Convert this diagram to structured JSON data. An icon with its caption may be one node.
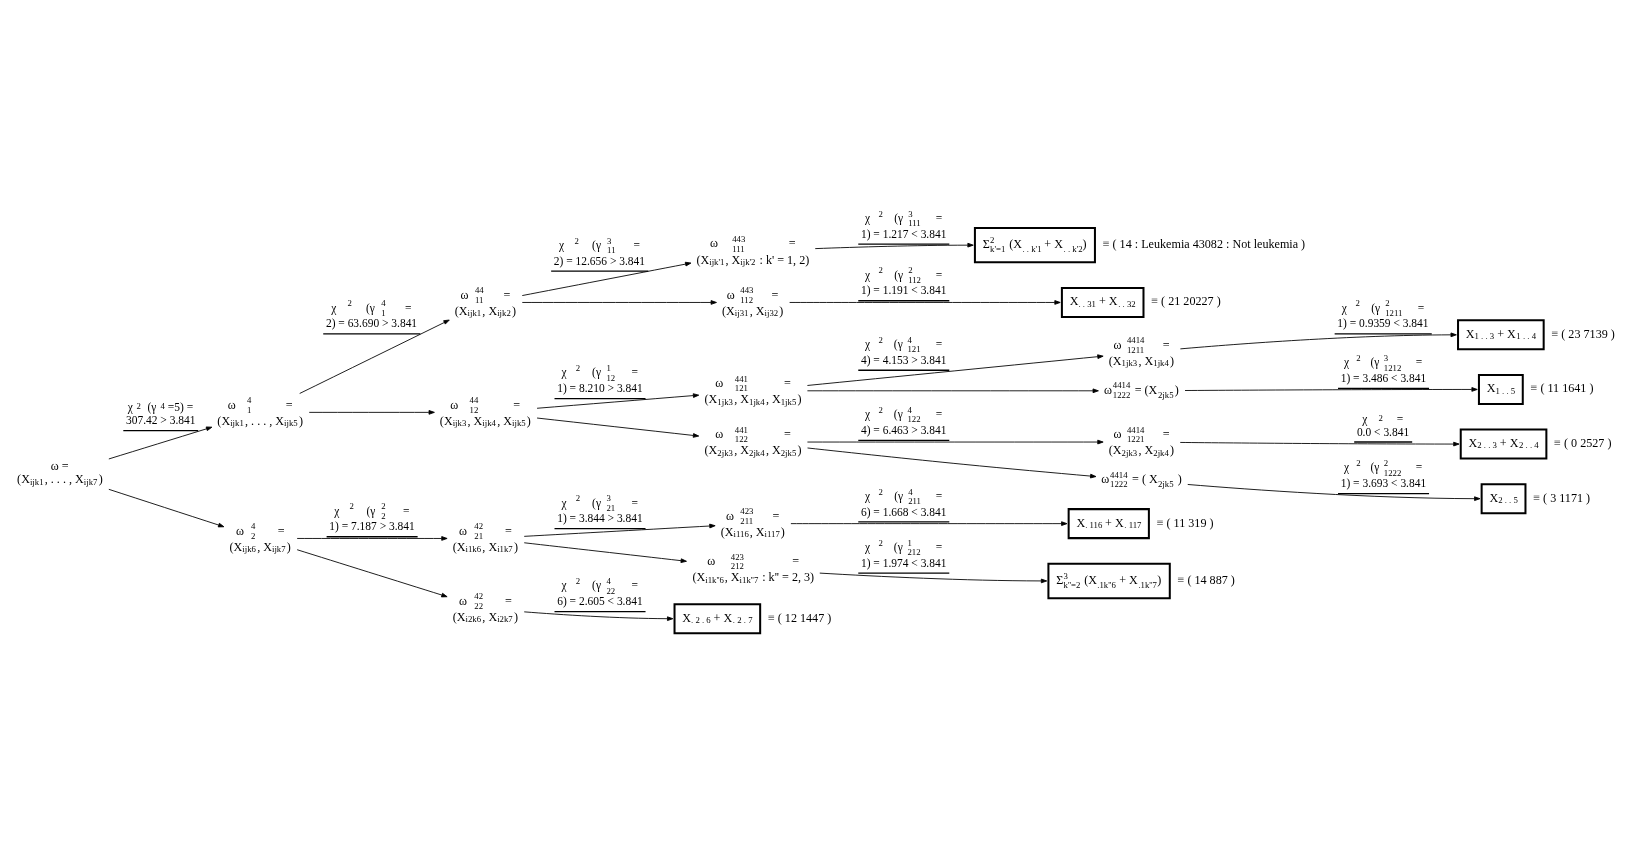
{
  "diagram": {
    "nodes": [
      {
        "text": [
          "ω =",
          "(X$_{ijk1}$, . . . , X$_{ijk7}$)"
        ]
      },
      {
        "text": [
          "ω$^{4}$$_{1}$ =",
          "(X$_{ijk1}$, . . . , X$_{ijk5}$)"
        ]
      },
      {
        "text": [
          "ω$^{4}$$_{2}$ =",
          "(X$_{ijk6}$, X$_{ijk7}$)"
        ]
      },
      {
        "text": [
          "ω$^{44}$$_{11}$ =",
          "(X$_{ijk1}$, X$_{ijk2}$)"
        ]
      },
      {
        "text": [
          "ω$^{44}$$_{12}$ =",
          "(X$_{ijk3}$, X$_{ijk4}$, X$_{ijk5}$)"
        ]
      },
      {
        "text": [
          "ω$^{42}$$_{21}$ =",
          "(X$_{i1k6}$, X$_{i1k7}$)"
        ]
      },
      {
        "text": [
          "ω$^{42}$$_{22}$ =",
          "(X$_{i2k6}$, X$_{i2k7}$)"
        ]
      },
      {
        "text": [
          "ω$^{443}$$_{111}$ =",
          "(X$_{ijk'1}$, X$_{ijk'2}$ : k' = 1, 2)"
        ]
      },
      {
        "text": [
          "ω$^{443}$$_{112}$ =",
          "(X$_{ij31}$, X$_{ij32}$)"
        ]
      },
      {
        "text": [
          "ω$^{441}$$_{121}$ =",
          "(X$_{1jk3}$, X$_{1jk4}$, X$_{1jk5}$)"
        ]
      },
      {
        "text": [
          "ω$^{441}$$_{122}$ =",
          "(X$_{2jk3}$, X$_{2jk4}$, X$_{2jk5}$)"
        ]
      },
      {
        "text": [
          "ω$^{423}$$_{211}$ =",
          "(X$_{i116}$, X$_{i117}$)"
        ]
      },
      {
        "text": [
          "ω$^{423}$$_{212}$ =",
          "(X$_{i1k''6}$, X$_{i1k''7}$ : k'' = 2, 3)"
        ]
      },
      {
        "text": [
          "ω$^{4414}$$_{1211}$ =",
          "(X$_{1jk3}$, X$_{1jk4}$)"
        ]
      },
      {
        "text": [
          "ω$^{4414}$$_{1222}$ = (X$_{2jk5}$)"
        ]
      },
      {
        "text": [
          "ω$^{4414}$$_{1221}$ =",
          "(X$_{2jk3}$, X$_{2jk4}$)"
        ]
      },
      {
        "text": [
          "ω$^{4414}$$_{1222}$ = ( X$_{2jk5}$ )"
        ]
      },
      {
        "text": [
          "Σ$^{2}$$_{k'=1}$ (X$_{. . k'1}$ + X$_{. . k'2}$)"
        ],
        "beside": [
          "≡ ( 14 : Leukemia 43082 : Not leukemia )"
        ]
      },
      {
        "text": [
          "X$_{. . 31}$ + X$_{. . 32}$"
        ],
        "beside": [
          "≡ ( 21 20227 )"
        ]
      },
      {
        "text": [
          "X$_{1 . . 3}$ + X$_{1 . . 4}$"
        ],
        "beside": [
          "≡ ( 23 7139 )"
        ]
      },
      {
        "text": [
          "X$_{1 . . 5}$"
        ],
        "beside": [
          "≡ ( 11 1641 )"
        ]
      },
      {
        "text": [
          "X$_{2 . . 3}$ + X$_{2 . . 4}$"
        ],
        "beside": [
          "≡ ( 0 2527 )"
        ]
      },
      {
        "text": [
          "X$_{2 . . 5}$"
        ],
        "beside": [
          "≡ ( 3 1171 )"
        ]
      },
      {
        "text": [
          "X$_{. 116}$ + X$_{. 117}$"
        ],
        "beside": [
          "≡ ( 11 319 )"
        ]
      },
      {
        "text": [
          "Σ$^{3}$$_{k''=2}$ (X$_{.1k''6}$ + X$_{.1k''7}$)"
        ],
        "beside": [
          "≡ ( 14 887 )"
        ]
      },
      {
        "text": [
          "X$_{. 2 . 6}$ + X$_{. 2 . 7}$"
        ],
        "beside": [
          "≡ ( 12 1447 )"
        ]
      }
    ],
    "edges": [
      {
        "from": 0,
        "to": 1,
        "arrow": "to",
        "label": "χ$^{2}$ (γ$^{4}$=5) = 307.42 > 3.841"
      },
      {
        "from": 0,
        "to": 2,
        "arrow": "to"
      },
      {
        "from": 1,
        "to": 3,
        "arrow": "to",
        "label": "χ$^{2}$ (γ$^{4}$$_{1}$ = 2) = 63.690 > 3.841"
      },
      {
        "from": 1,
        "to": 4,
        "arrow": "to"
      },
      {
        "from": 2,
        "to": 5,
        "arrow": "to",
        "label": "χ$^{2}$ (γ$^{2}$$_{2}$ = 1) = 7.187 > 3.841"
      },
      {
        "from": 2,
        "to": 6,
        "arrow": "to"
      },
      {
        "from": 3,
        "to": 7,
        "arrow": "to",
        "label": "χ$^{2}$ (γ$^{3}$$_{11}$ = 2) = 12.656 > 3.841"
      },
      {
        "from": 3,
        "to": 8,
        "arrow": "to"
      },
      {
        "from": 4,
        "to": 9,
        "arrow": "to",
        "label": "χ$^{2}$ (γ$^{1}$$_{12}$ = 1) = 8.210 > 3.841"
      },
      {
        "from": 4,
        "to": 10,
        "arrow": "to"
      },
      {
        "from": 5,
        "to": 11,
        "arrow": "to",
        "label": "χ$^{2}$ (γ$^{3}$$_{21}$ = 1) = 3.844 > 3.841"
      },
      {
        "from": 5,
        "to": 12,
        "arrow": "to"
      },
      {
        "from": 6,
        "to": 25,
        "arrow": "to",
        "label": "χ$^{2}$ (γ$^{4}$$_{22}$ = 6) = 2.605 < 3.841"
      },
      {
        "from": 7,
        "to": 17,
        "arrow": "to",
        "label": "χ$^{2}$ (γ$^{3}$$_{111}$ = 1) = 1.217 < 3.841"
      },
      {
        "from": 8,
        "to": 18,
        "arrow": "to",
        "label": "χ$^{2}$ (γ$^{2}$$_{112}$ = 1) = 1.191 < 3.841"
      },
      {
        "from": 9,
        "to": 13,
        "arrow": "to",
        "label": "χ$^{2}$ (γ$^{4}$$_{121}$ = 4) = 4.153 > 3.841"
      },
      {
        "from": 9,
        "to": 14,
        "arrow": "to"
      },
      {
        "from": 10,
        "to": 15,
        "arrow": "to",
        "label": "χ$^{2}$ (γ$^{4}$$_{122}$ = 4) = 6.463 > 3.841"
      },
      {
        "from": 10,
        "to": 16,
        "arrow": "to"
      },
      {
        "from": 11,
        "to": 23,
        "arrow": "to",
        "label": "χ$^{2}$ (γ$^{4}$$_{211}$ = 6) = 1.668 < 3.841"
      },
      {
        "from": 12,
        "to": 24,
        "arrow": "to",
        "label": "χ$^{2}$ (γ$^{1}$$_{212}$ = 1) = 1.974 < 3.841"
      },
      {
        "from": 13,
        "to": 19,
        "arrow": "to",
        "label": "χ$^{2}$ (γ$^{2}$$_{1211}$ = 1) = 0.9359 < 3.841"
      },
      {
        "from": 14,
        "to": 20,
        "arrow": "to",
        "label": "χ$^{2}$ (γ$^{3}$$_{1212}$ = 1) = 3.486 < 3.841"
      },
      {
        "from": 15,
        "to": 21,
        "arrow": "to",
        "label": "χ$^{2}$ = 0.0 < 3.841"
      },
      {
        "from": 16,
        "to": 22,
        "arrow": "to",
        "label": "χ$^{2}$ (γ$^{2}$$_{1222}$ = 1) = 3.693 < 3.841"
      }
    ]
  }
}
